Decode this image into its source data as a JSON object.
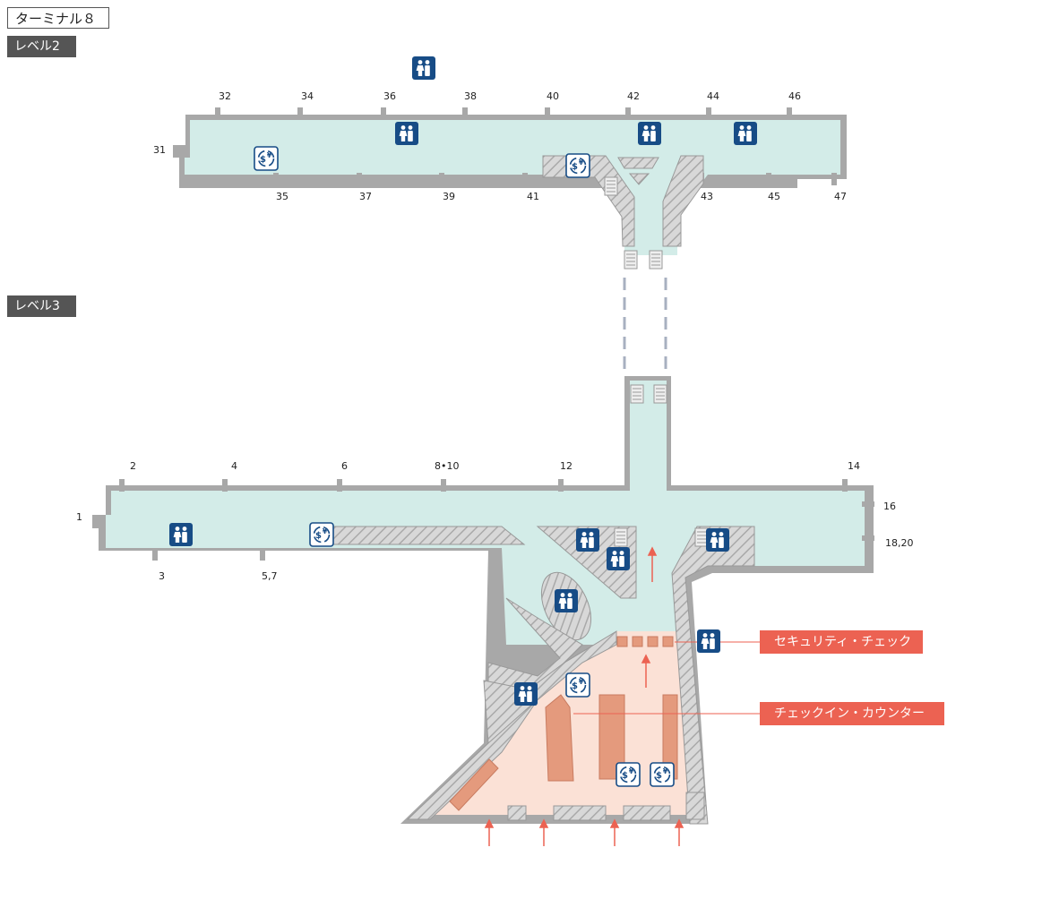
{
  "title": "ターミナル８",
  "levels": {
    "level2": "レベル2",
    "level3": "レベル3"
  },
  "gates": {
    "g32": "32",
    "g34": "34",
    "g36": "36",
    "g38": "38",
    "g40": "40",
    "g42": "42",
    "g44": "44",
    "g46": "46",
    "g31": "31",
    "g35": "35",
    "g37": "37",
    "g39": "39",
    "g41": "41",
    "g43": "43",
    "g45": "45",
    "g47": "47",
    "g2": "2",
    "g4": "4",
    "g6": "6",
    "g8_10": "8•10",
    "g12": "12",
    "g14": "14",
    "g1": "1",
    "g3": "3",
    "g5_7": "5,7",
    "g16": "16",
    "g18_20": "18,20"
  },
  "callouts": {
    "security": "セキュリティ・チェック",
    "checkin": "チェックイン・カウンター"
  },
  "colors": {
    "concourse": "#d3ece8",
    "checkin_area": "#fbe1d6",
    "wall": "#a8a8a8",
    "hatch": "#c9c9c9",
    "counter": "#e49a7d",
    "icon_blue": "#174c86",
    "accent_red": "#ec6252"
  },
  "icons": {
    "restroom": "restroom-icon",
    "currency": "currency-exchange-icon",
    "escalator": "escalator-icon",
    "arrow": "entry-arrow-icon"
  }
}
